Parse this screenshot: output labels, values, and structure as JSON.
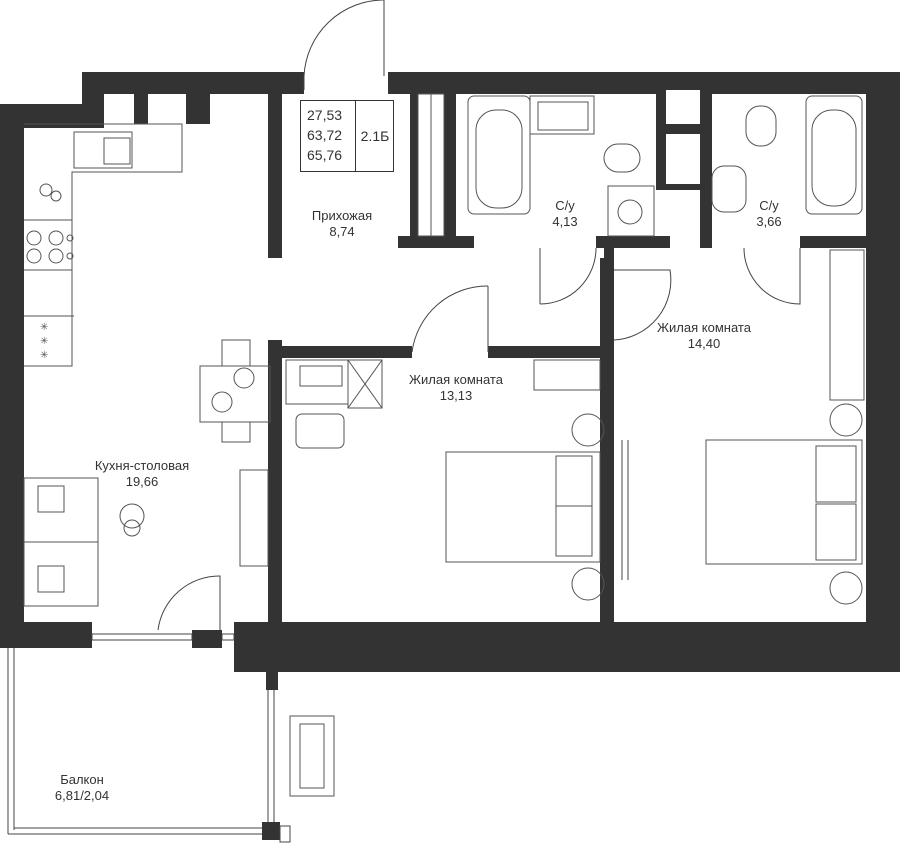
{
  "summary": {
    "area_living": "27,53",
    "area_total": "63,72",
    "area_total_balcony": "65,76",
    "code": "2.1Б"
  },
  "rooms": {
    "hallway": {
      "name": "Прихожая",
      "area": "8,74"
    },
    "bathroom1": {
      "name": "С/у",
      "area": "4,13"
    },
    "bathroom2": {
      "name": "С/у",
      "area": "3,66"
    },
    "living1": {
      "name": "Жилая комната",
      "area": "14,40"
    },
    "living2": {
      "name": "Жилая комната",
      "area": "13,13"
    },
    "kitchen": {
      "name": "Кухня-столовая",
      "area": "19,66"
    },
    "balcony": {
      "name": "Балкон",
      "area": "6,81/2,04"
    }
  },
  "colors": {
    "wall": "#333333",
    "line": "#444444",
    "background": "#ffffff"
  }
}
